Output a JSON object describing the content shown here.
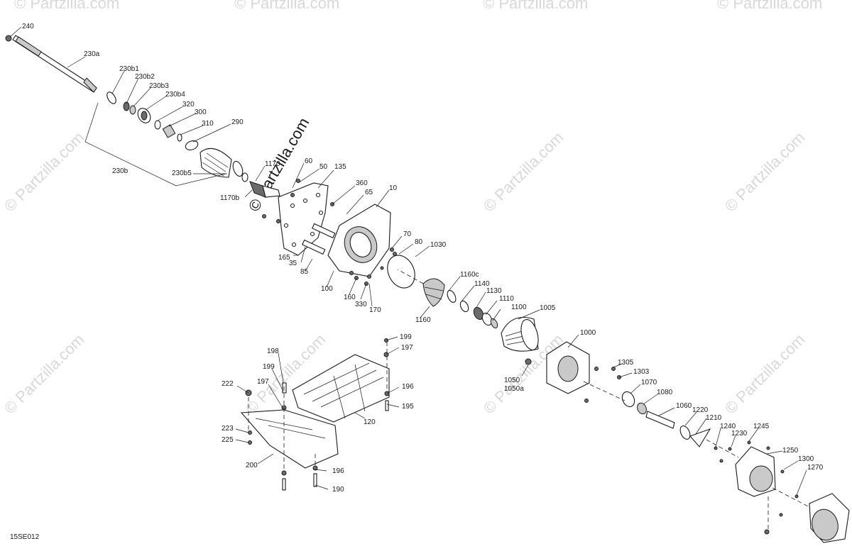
{
  "diagram": {
    "code": "15SE012",
    "watermark": "© Partzilla.com",
    "watermark_center": "© Partzilla.com",
    "labels": {
      "l240": "240",
      "l230a": "230a",
      "l230b1": "230b1",
      "l230b2": "230b2",
      "l230b3": "230b3",
      "l230b4": "230b4",
      "l320": "320",
      "l300": "300",
      "l310": "310",
      "l290": "290",
      "l230b": "230b",
      "l230b5": "230b5",
      "l1170": "1170",
      "l1170b": "1170b",
      "l60": "60",
      "l50": "50",
      "l135": "135",
      "l360": "360",
      "l65": "65",
      "l10": "10",
      "l165": "165",
      "l35": "35",
      "l85": "85",
      "l100": "100",
      "l70": "70",
      "l80": "80",
      "l1030": "1030",
      "l160": "160",
      "l330": "330",
      "l170": "170",
      "l1160c": "1160c",
      "l1140": "1140",
      "l1130": "1130",
      "l1110": "1110",
      "l1100": "1100",
      "l1005": "1005",
      "l1160": "1160",
      "l1000": "1000",
      "l1305": "1305",
      "l1303": "1303",
      "l1070": "1070",
      "l1080": "1080",
      "l1050": "1050",
      "l1050a": "1050a",
      "l1060": "1060",
      "l1220": "1220",
      "l1210": "1210",
      "l1240": "1240",
      "l1230": "1230",
      "l1245": "1245",
      "l1250": "1250",
      "l1300": "1300",
      "l1270": "1270",
      "l199a": "199",
      "l197a": "197",
      "l198": "198",
      "l199b": "199",
      "l222": "222",
      "l197b": "197",
      "l196a": "196",
      "l195": "195",
      "l120": "120",
      "l223": "223",
      "l225": "225",
      "l200": "200",
      "l196b": "196",
      "l190": "190"
    }
  }
}
